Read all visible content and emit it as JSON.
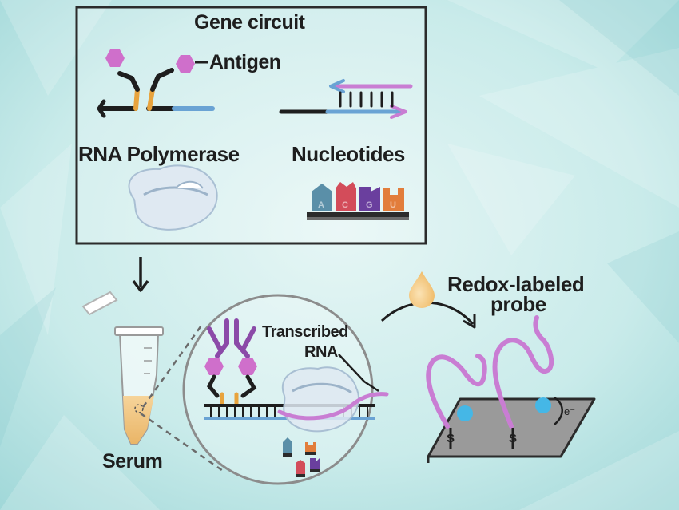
{
  "box": {
    "title": "Gene circuit",
    "antigen_label": "Antigen",
    "rna_polymerase_label": "RNA Polymerase",
    "nucleotides_label": "Nucleotides",
    "nucleotide_letters": [
      "A",
      "C",
      "G",
      "U"
    ]
  },
  "detection": {
    "serum_label": "Serum",
    "transcribed_line1": "Transcribed",
    "transcribed_line2": "RNA"
  },
  "electrode": {
    "probe_line1": "Redox-labeled",
    "probe_line2": "probe",
    "electron_label": "e⁻"
  },
  "colors": {
    "background": "#bfe6e6",
    "antigen": "#cf6fcb",
    "antibody": "#8b4aa8",
    "dna_blue": "#6aa3d4",
    "linker_orange": "#e8a33d",
    "probe": "#c97dd3",
    "redox_dot": "#45b7e6",
    "serum": "#f2c47d",
    "polymerase": "#dfe9f2",
    "nucleotide_colors": [
      "#5a8fa8",
      "#d34c5a",
      "#6a3f9e",
      "#e27d3b"
    ]
  }
}
